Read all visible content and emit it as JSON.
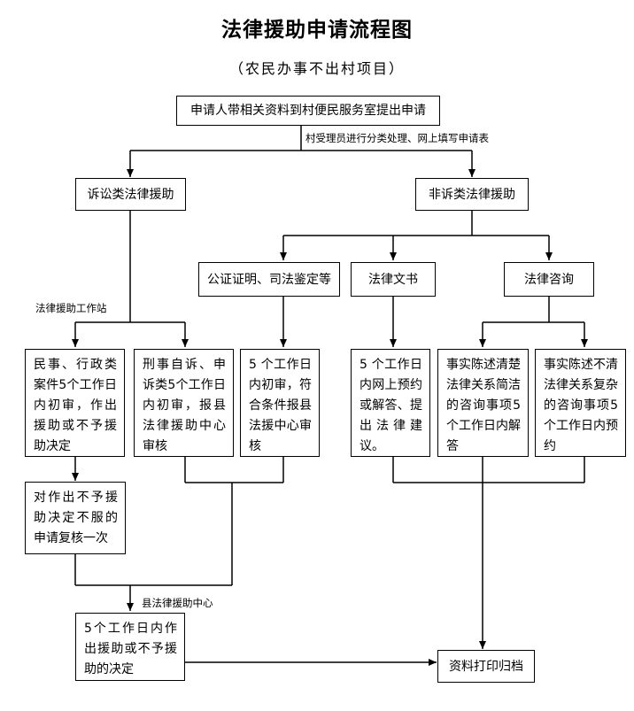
{
  "title": "法律援助申请流程图",
  "subtitle": "（农民办事不出村项目）",
  "notes": {
    "classify": "村受理员进行分类处理、网上填写申请表",
    "station": "法律援助工作站",
    "county_center": "县法律援助中心"
  },
  "boxes": {
    "apply": "申请人带相关资料到村便民服务室提出申请",
    "litigation": "诉讼类法律援助",
    "non_litigation": "非诉类法律援助",
    "notary": "公证证明、司法鉴定等",
    "legal_docs": "法律文书",
    "consult": "法律咨询",
    "civil_admin": "民事、行政类案件5个工作日内初审，作出援助或不予援助决定",
    "criminal": "刑事自诉、申诉类5个工作日内初审，报县法律援助中心审核",
    "notary_review": "5 个工作日内初审，符合条件报县法援中心审核",
    "docs_online": "5 个工作日内网上预约或解答、提出法律建议。",
    "consult_simple": "事实陈述清楚法律关系简洁的咨询事项5个工作日内解答",
    "consult_complex": "事实陈述不清法律关系复杂的咨询事项5个工作日内预约",
    "review_once": "对作出不予援助决定不服的申请复核一次",
    "final_decision": "5个工作日内作出援助或不予援助的决定",
    "archive": "资料打印归档"
  }
}
